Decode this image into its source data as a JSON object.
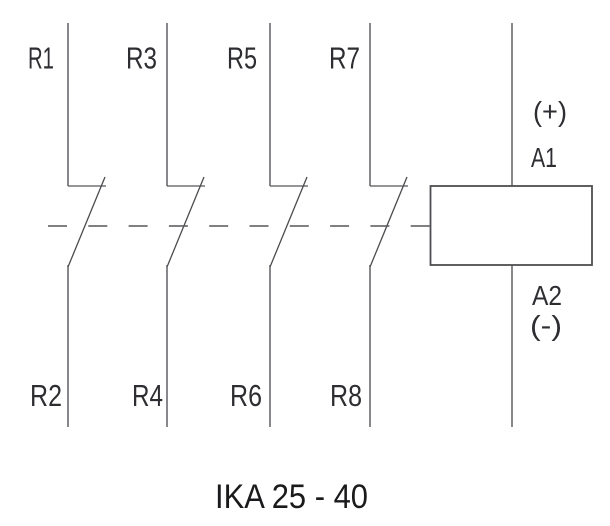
{
  "diagram": {
    "title": "IKA 25 - 40",
    "poles": [
      {
        "top": "R1",
        "bottom": "R2"
      },
      {
        "top": "R3",
        "bottom": "R4"
      },
      {
        "top": "R5",
        "bottom": "R6"
      },
      {
        "top": "R7",
        "bottom": "R8"
      }
    ],
    "coil": {
      "polarity_top": "(+)",
      "terminal_top": "A1",
      "terminal_bottom": "A2",
      "polarity_bottom": "(-)"
    },
    "colors": {
      "line": "#56565a",
      "coil_outline": "#4e4e52",
      "label": "#2e2e32",
      "caption": "#1a1a1c",
      "background": "#ffffff"
    }
  }
}
